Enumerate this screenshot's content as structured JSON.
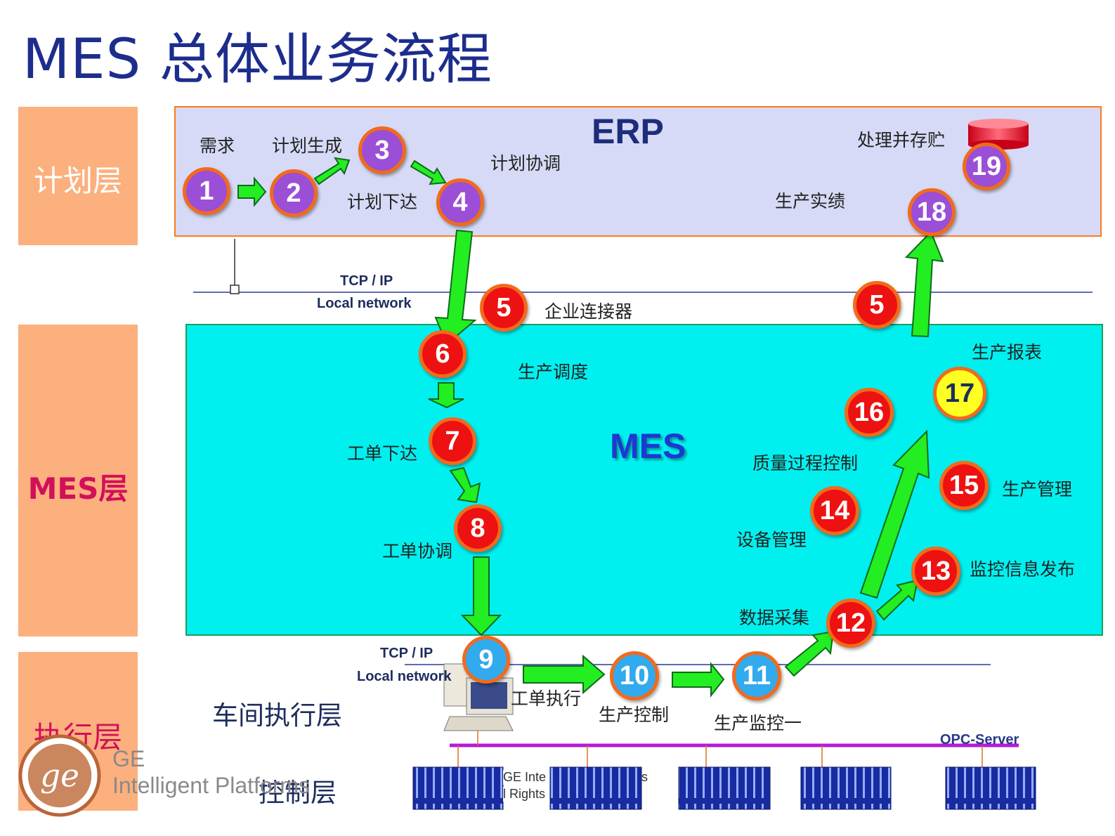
{
  "title": "MES 总体业务流程",
  "layers": {
    "planning": "计划层",
    "mes": "MES层",
    "execution": "执行层"
  },
  "boxes": {
    "erp": "ERP",
    "mes": "MES"
  },
  "network": {
    "top_protocol": "TCP / IP",
    "top_network": "Local network",
    "bottom_protocol": "TCP / IP",
    "bottom_network": "Local network",
    "opc": "OPC-Server"
  },
  "labels": {
    "demand": "需求",
    "plan_generate": "计划生成",
    "plan_release": "计划下达",
    "plan_coordinate": "计划协调",
    "process_store": "处理并存贮",
    "production_results": "生产实绩",
    "enterprise_connector": "企业连接器",
    "production_scheduling": "生产调度",
    "work_order_release": "工单下达",
    "work_order_coordinate": "工单协调",
    "quality_control": "质量过程控制",
    "equipment_management": "设备管理",
    "data_collection": "数据采集",
    "production_report": "生产报表",
    "production_management": "生产管理",
    "monitor_publish": "监控信息发布",
    "work_order_execution": "工单执行",
    "production_control": "生产控制",
    "production_monitoring": "生产监控一",
    "workshop_execution_layer": "车间执行层",
    "control_layer": "控制层"
  },
  "nodes": {
    "n1": "1",
    "n2": "2",
    "n3": "3",
    "n4": "4",
    "n5a": "5",
    "n5b": "5",
    "n6": "6",
    "n7": "7",
    "n8": "8",
    "n9": "9",
    "n10": "10",
    "n11": "11",
    "n12": "12",
    "n13": "13",
    "n14": "14",
    "n15": "15",
    "n16": "16",
    "n17": "17",
    "n18": "18",
    "n19": "19"
  },
  "footer": {
    "ge_short": "GE",
    "ge_full": "Intelligent Platforms",
    "copyright_a": "GE Inte",
    "copyright_b": "l Rights",
    "copyright_c": "s"
  },
  "colors": {
    "title": "#1d2d8c",
    "layer_bg": "#fbb07e",
    "erp_bg": "#d6daf6",
    "mes_bg": "#00f0f0",
    "arrow": "#22ee22",
    "node_border": "#f26a1b",
    "bus": "#b21bd6"
  }
}
